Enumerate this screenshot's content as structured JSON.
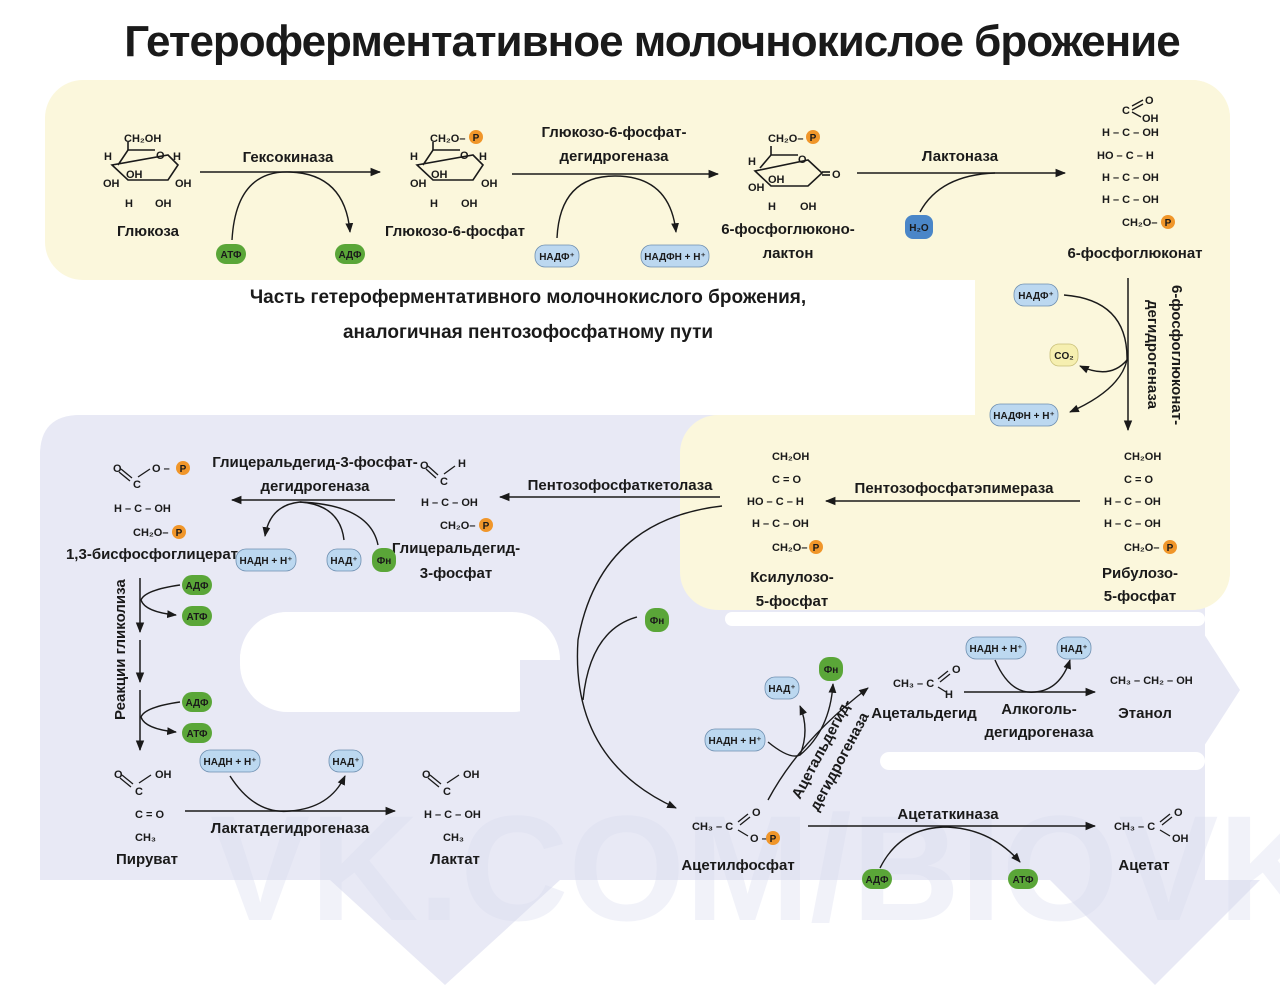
{
  "title": "Гетероферментативное молочнокислое брожение",
  "subtitle": {
    "line1": "Часть гетероферментативного молочнокислого брожения,",
    "line2": "аналогичная пентозофосфатному пути"
  },
  "watermark": "VK.COM/BIOVK",
  "colors": {
    "yellow_zone": "#fbf7dc",
    "blue_zone": "#e8e9f5",
    "atp_green": "#5aa638",
    "nad_blue": "#bcd8f0",
    "water_blue": "#4a86c8",
    "co2_yellow": "#f6efb0",
    "phosphate_orange": "#f0962a"
  },
  "phosphate_symbol": "P",
  "compounds": {
    "glucose": "Глюкоза",
    "g6p": "Глюкозо-6-фосфат",
    "lactone1": "6-фосфоглюконо-",
    "lactone2": "лактон",
    "gluconate": "6-фосфоглюконат",
    "ribulose1": "Рибулозо-",
    "ribulose2": "5-фосфат",
    "xylulose1": "Ксилулозо-",
    "xylulose2": "5-фосфат",
    "g3p1": "Глицеральдегид-",
    "g3p2": "3-фосфат",
    "bpg": "1,3-бисфосфоглицерат",
    "pyruvate": "Пируват",
    "lactate": "Лактат",
    "acetylphosphate": "Ацетилфосфат",
    "acetaldehyde": "Ацетальдегид",
    "ethanol": "Этанол",
    "acetate": "Ацетат"
  },
  "enzymes": {
    "hexokinase": "Гексокиназа",
    "g6pdh1": "Глюкозо-6-фосфат-",
    "g6pdh2": "дегидрогеназа",
    "lactonase": "Лактоназа",
    "pgdh1": "6-фосфоглюконат-",
    "pgdh2": "дегидрогеназа",
    "epimerase": "Пентозофосфатэпимераза",
    "ketolase": "Пентозофосфаткетолаза",
    "gapdh1": "Глицеральдегид-3-фосфат-",
    "gapdh2": "дегидрогеназа",
    "glycolysis": "Реакции гликолиза",
    "ldh": "Лактатдегидрогеназа",
    "aldh1": "Ацетальдегид-",
    "aldh2": "дегидрогеназа",
    "adh1": "Алкоголь-",
    "adh2": "дегидрогеназа",
    "acetatekinase": "Ацетаткиназа"
  },
  "cofactors": {
    "atp": "АТФ",
    "adp": "АДФ",
    "nadp": "НАДФ⁺",
    "nadph": "НАДФН + Н⁺",
    "nad": "НАД⁺",
    "nadh": "НАДН + Н⁺",
    "water": "H₂O",
    "co2": "CO₂",
    "pi": "Фн"
  },
  "formulas": {
    "ch2oh": "CH₂OH",
    "ch2op": "CH₂O–",
    "ethanol": "CH₃ – CH₂ – OH",
    "ch3c": "CH₃ – C",
    "ch3": "CH₃"
  }
}
